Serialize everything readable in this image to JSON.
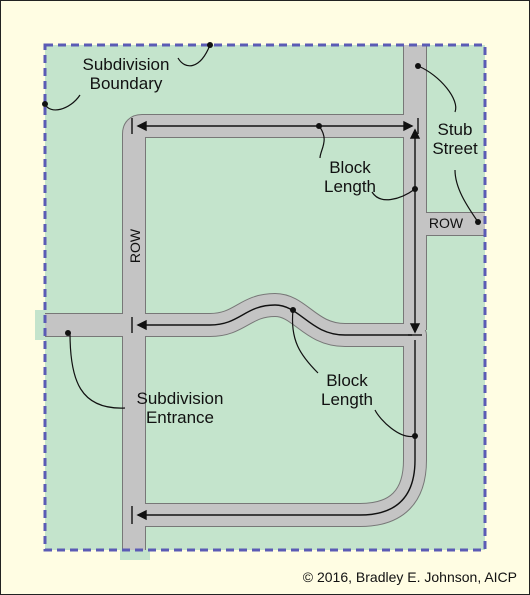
{
  "labels": {
    "subdivision_boundary_1": "Subdivision",
    "subdivision_boundary_2": "Boundary",
    "stub_street_1": "Stub",
    "stub_street_2": "Street",
    "block_length_upper_1": "Block",
    "block_length_upper_2": "Length",
    "block_length_lower_1": "Block",
    "block_length_lower_2": "Length",
    "row_vertical": "ROW",
    "row_horizontal": "ROW",
    "subdivision_entrance_1": "Subdivision",
    "subdivision_entrance_2": "Entrance"
  },
  "copyright": "© 2016, Bradley E. Johnson, AICP",
  "colors": {
    "background": "#fffde3",
    "lot_green": "#c4e4cc",
    "road_fill": "#c4c4c4",
    "road_edge": "#777777",
    "boundary_dash": "#5b5bb5"
  }
}
